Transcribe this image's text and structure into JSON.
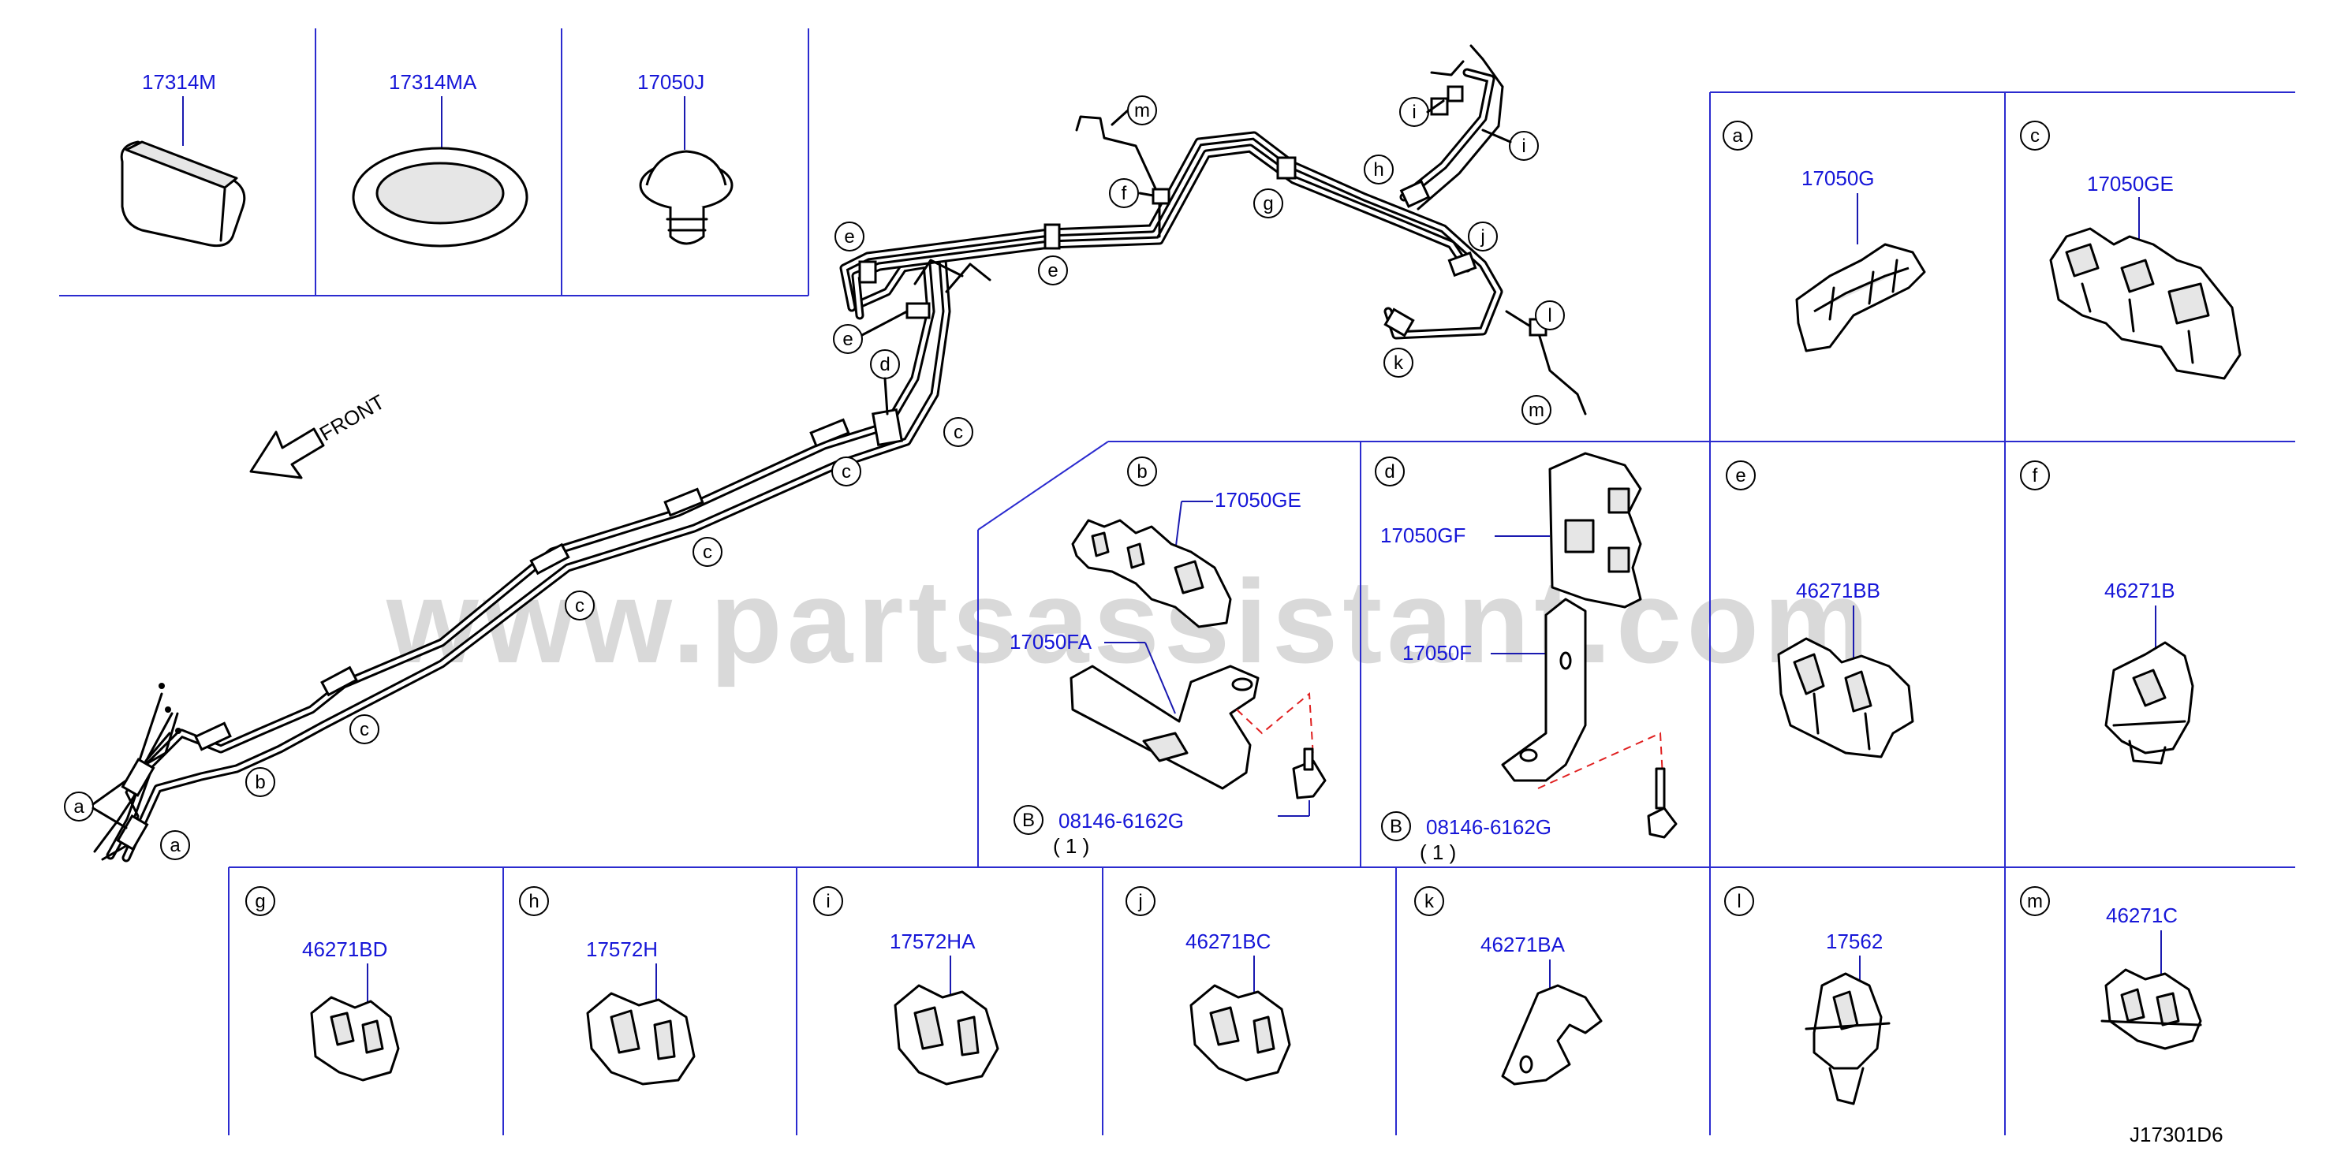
{
  "watermark": "www.partsassistant.com",
  "diagram_code": "J17301D6",
  "front_label": "FRONT",
  "top_parts": [
    {
      "id": "17314M",
      "label": "17314M"
    },
    {
      "id": "17314MA",
      "label": "17314MA"
    },
    {
      "id": "17050J",
      "label": "17050J"
    }
  ],
  "panels": {
    "a": {
      "letter": "a",
      "part": "17050G"
    },
    "c": {
      "letter": "c",
      "part": "17050GE"
    },
    "b": {
      "letter": "b",
      "part_top": "17050GE",
      "part_bracket": "17050FA",
      "bolt_ref": "B",
      "bolt": "08146-6162G",
      "qty": "( 1 )"
    },
    "d": {
      "letter": "d",
      "part_top": "17050GF",
      "part_bracket": "17050F",
      "bolt_ref": "B",
      "bolt": "08146-6162G",
      "qty": "( 1 )"
    },
    "e": {
      "letter": "e",
      "part": "46271BB"
    },
    "f": {
      "letter": "f",
      "part": "46271B"
    },
    "g": {
      "letter": "g",
      "part": "46271BD"
    },
    "h": {
      "letter": "h",
      "part": "17572H"
    },
    "i": {
      "letter": "i",
      "part": "17572HA"
    },
    "j": {
      "letter": "j",
      "part": "46271BC"
    },
    "k": {
      "letter": "k",
      "part": "46271BA"
    },
    "l": {
      "letter": "l",
      "part": "17562"
    },
    "m": {
      "letter": "m",
      "part": "46271C"
    }
  },
  "callouts": {
    "m1": "m",
    "f": "f",
    "g": "g",
    "h": "h",
    "i1": "i",
    "i2": "i",
    "j": "j",
    "l": "l",
    "k": "k",
    "m2": "m",
    "e1": "e",
    "e2": "e",
    "e3": "e",
    "d": "d",
    "c1": "c",
    "c2": "c",
    "c3": "c",
    "c4": "c",
    "c5": "c",
    "b": "b",
    "a1": "a",
    "a2": "a"
  },
  "colors": {
    "part_number": "#1616d8",
    "grid": "#2b2bcf",
    "bolt_dash": "#e02020",
    "watermark": "#d9d9d9"
  }
}
